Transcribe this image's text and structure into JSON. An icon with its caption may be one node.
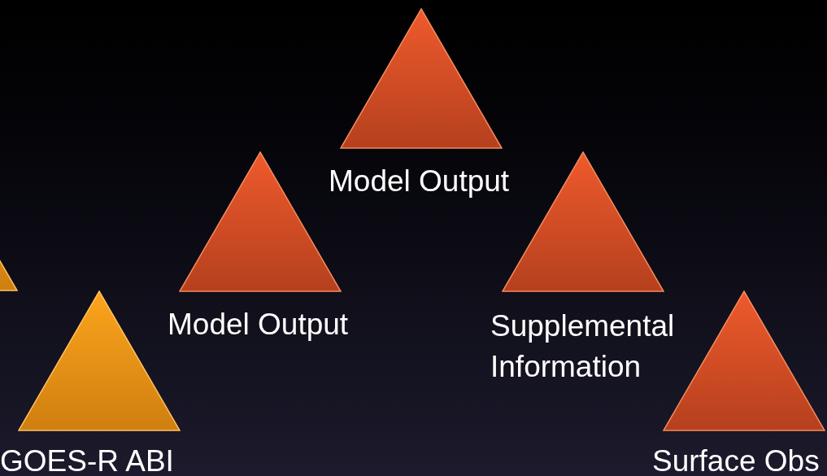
{
  "diagram": {
    "nodes": [
      {
        "text": [
          "Model Output"
        ]
      },
      {
        "text": [
          "Model Output"
        ]
      },
      {
        "text": [
          "Supplemental Information"
        ]
      },
      {
        "text": [],
        "shape": "triangle"
      },
      {
        "text": [
          "GOES-R ABI"
        ]
      },
      {
        "text": [
          "Surface Obs"
        ]
      }
    ]
  }
}
